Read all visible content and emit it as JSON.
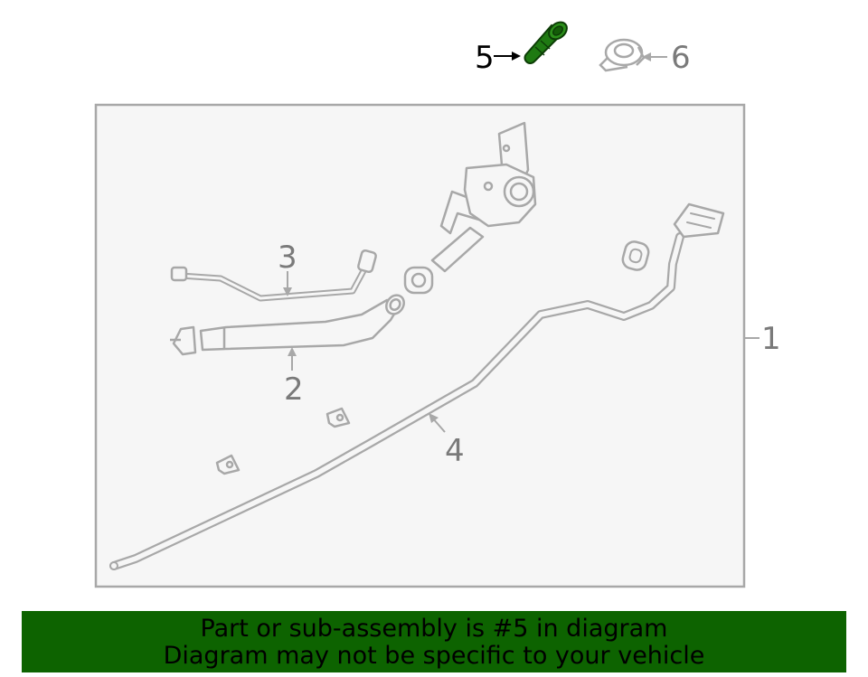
{
  "callouts": {
    "c1": "1",
    "c2": "2",
    "c3": "3",
    "c4": "4",
    "c5": "5",
    "c6": "6"
  },
  "highlighted_part": "5",
  "colors": {
    "highlight": "#1f7a12",
    "line": "#a8a8a8",
    "panel": "#f6f6f6",
    "banner": "#0d6300"
  },
  "banner": {
    "line1": "Part or sub-assembly is #5 in diagram",
    "line2": "Diagram may not be specific to your vehicle"
  }
}
